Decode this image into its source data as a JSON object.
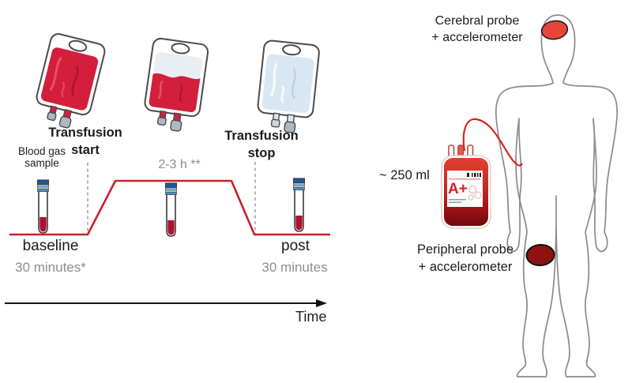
{
  "protocol": {
    "blood_gas_line1": "Blood gas",
    "blood_gas_line2": "sample",
    "start_line1": "Transfusion",
    "start_line2": "start",
    "stop_line1": "Transfusion",
    "stop_line2": "stop",
    "plateau_duration": "2-3 h **",
    "baseline_label": "baseline",
    "baseline_duration": "30 minutes*",
    "post_label": "post",
    "post_duration": "30 minutes",
    "time_label": "Time"
  },
  "subject": {
    "cerebral_line1": "Cerebral probe",
    "cerebral_line2": "+ accelerometer",
    "peripheral_line1": "Peripheral probe",
    "peripheral_line2": "+ accelerometer",
    "transfusion_volume": "~ 250 ml",
    "blood_type": "A+"
  },
  "colors": {
    "timeline_red": "#c9202b",
    "blood_red": "#d31f3c",
    "dark_blood_probe": "#8e1310",
    "cerebral_probe_red": "#e8443a",
    "gray_text": "#8e8e8e",
    "body_outline": "#8a8a8a"
  }
}
